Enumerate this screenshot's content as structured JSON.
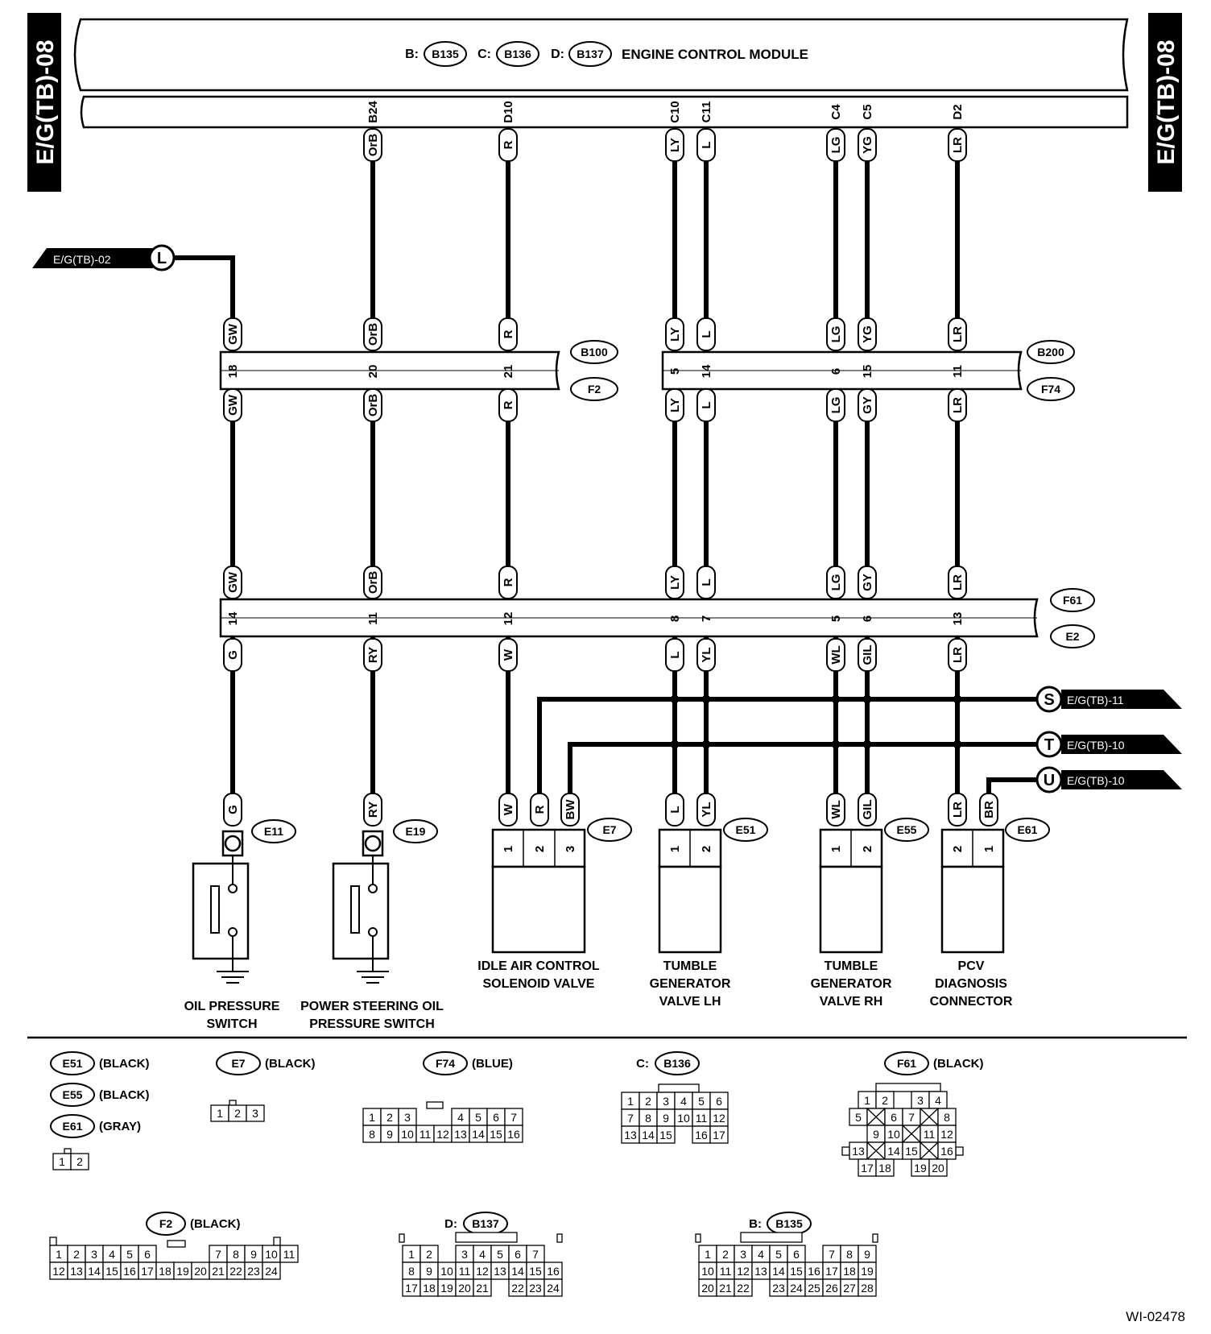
{
  "page_tag": "E/G(TB)-08",
  "ecm": {
    "b_prefix": "B:",
    "b_code": "B135",
    "c_prefix": "C:",
    "c_code": "B136",
    "d_prefix": "D:",
    "d_code": "B137",
    "title": "ENGINE CONTROL MODULE",
    "pins": [
      "B24",
      "D10",
      "C10",
      "C11",
      "C4",
      "C5",
      "D2"
    ]
  },
  "wires": {
    "top": [
      "OrB",
      "R",
      "LY",
      "L",
      "LG",
      "YG",
      "LR"
    ],
    "row2": [
      "GW",
      "OrB",
      "R",
      "LY",
      "L",
      "LG",
      "YG",
      "LR"
    ],
    "row3": [
      "GW",
      "OrB",
      "R",
      "LY",
      "L",
      "LG",
      "GY",
      "LR"
    ],
    "row4": [
      "GW",
      "OrB",
      "R",
      "LY",
      "L",
      "LG",
      "GY",
      "LR"
    ],
    "row5": [
      "G",
      "RY",
      "W",
      "L",
      "YL",
      "WL",
      "GIL",
      "LR"
    ],
    "row6": [
      "G",
      "RY",
      "W",
      "R",
      "BW",
      "L",
      "YL",
      "WL",
      "GIL",
      "LR",
      "BR"
    ]
  },
  "jb1": {
    "pins": [
      "18",
      "20",
      "21"
    ],
    "top": "B100",
    "bottom": "F2"
  },
  "jb2": {
    "pins": [
      "5",
      "14",
      "6",
      "15",
      "11"
    ],
    "top": "B200",
    "bottom": "F74"
  },
  "jb3": {
    "pins": [
      "14",
      "11",
      "12",
      "8",
      "7",
      "5",
      "6",
      "13"
    ],
    "top": "F61",
    "bottom": "E2"
  },
  "refs": {
    "l": {
      "letter": "L",
      "label": "E/G(TB)-02"
    },
    "s": {
      "letter": "S",
      "label": "E/G(TB)-11"
    },
    "t": {
      "letter": "T",
      "label": "E/G(TB)-10"
    },
    "u": {
      "letter": "U",
      "label": "E/G(TB)-10"
    }
  },
  "components": {
    "e11": {
      "code": "E11",
      "name1": "OIL PRESSURE",
      "name2": "SWITCH"
    },
    "e19": {
      "code": "E19",
      "name1": "POWER STEERING OIL",
      "name2": "PRESSURE SWITCH"
    },
    "e7": {
      "code": "E7",
      "name1": "IDLE AIR CONTROL",
      "name2": "SOLENOID VALVE",
      "pins": [
        "1",
        "2",
        "3"
      ]
    },
    "e51": {
      "code": "E51",
      "name1": "TUMBLE",
      "name2": "GENERATOR",
      "name3": "VALVE LH",
      "pins": [
        "1",
        "2"
      ]
    },
    "e55": {
      "code": "E55",
      "name1": "TUMBLE",
      "name2": "GENERATOR",
      "name3": "VALVE RH",
      "pins": [
        "1",
        "2"
      ]
    },
    "e61": {
      "code": "E61",
      "name1": "PCV",
      "name2": "DIAGNOSIS",
      "name3": "CONNECTOR",
      "pins": [
        "2",
        "1"
      ]
    }
  },
  "legend": {
    "e51": {
      "code": "E51",
      "color": "(BLACK)"
    },
    "e55": {
      "code": "E55",
      "color": "(BLACK)"
    },
    "e61": {
      "code": "E61",
      "color": "(GRAY)"
    },
    "e7": {
      "code": "E7",
      "color": "(BLACK)"
    },
    "f74": {
      "code": "F74",
      "color": "(BLUE)"
    },
    "c": {
      "prefix": "C:",
      "code": "B136"
    },
    "f61": {
      "code": "F61",
      "color": "(BLACK)"
    },
    "f2": {
      "code": "F2",
      "color": "(BLACK)"
    },
    "d": {
      "prefix": "D:",
      "code": "B137"
    },
    "b": {
      "prefix": "B:",
      "code": "B135"
    }
  },
  "footer_id": "WI-02478"
}
